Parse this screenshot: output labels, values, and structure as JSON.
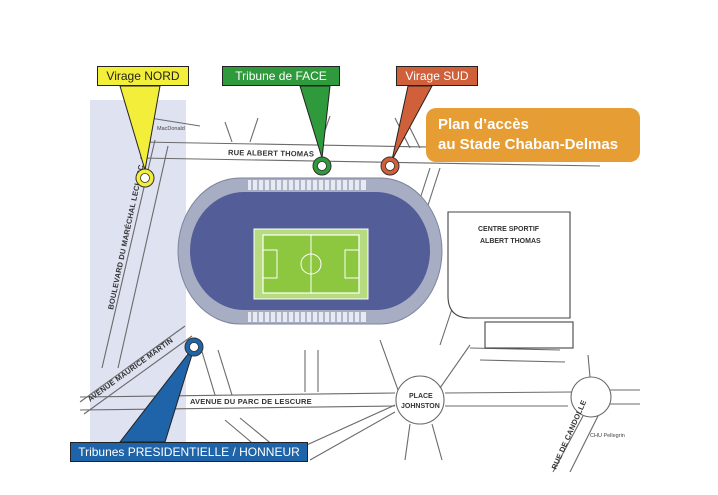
{
  "title": {
    "line1": "Plan d’accès",
    "line2": "au Stade Chaban-Delmas"
  },
  "callouts": {
    "nord": {
      "label": "Virage NORD",
      "color": "#f2ee3a",
      "text_color": "#222222"
    },
    "face": {
      "label": "Tribune de FACE",
      "color": "#2f9a3b",
      "text_color": "#ffffff"
    },
    "sud": {
      "label": "Virage SUD",
      "color": "#d0603a",
      "text_color": "#ffffff"
    },
    "presidentielle": {
      "label": "Tribunes PRESIDENTIELLE / HONNEUR",
      "color": "#1f64a8",
      "text_color": "#ffffff"
    }
  },
  "streets": {
    "macdonald": "MacDonald",
    "albert_thomas": "RUE ALBERT THOMAS",
    "marechal_leclerc": "BOULEVARD DU MARÉCHAL LECLERC",
    "maurice_martin": "AVENUE MAURICE MARTIN",
    "parc_de_lescure": "AVENUE DU PARC DE LESCURE",
    "de_candolle": "RUE DE CANDOLLE"
  },
  "places": {
    "centre_line1": "CENTRE SPORTIF",
    "centre_line2": "ALBERT THOMAS",
    "johnston_line1": "PLACE",
    "johnston_line2": "JOHNSTON"
  },
  "credit": "CHU Pellegrin",
  "colors": {
    "boulevard_band": "#dfe2f1",
    "stadium_outer": "#a7aec4",
    "stadium_stands": "#535d97",
    "pitch": "#8dc63f",
    "road_line": "#6b6b6b"
  }
}
